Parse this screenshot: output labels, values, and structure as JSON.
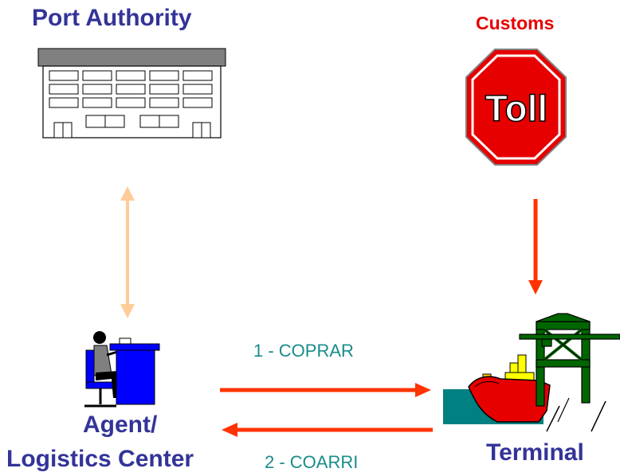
{
  "nodes": {
    "port_authority": {
      "label": "Port Authority",
      "color": "#333399"
    },
    "customs": {
      "label": "Customs",
      "color": "#e60000"
    },
    "toll_sign": {
      "text": "Toll",
      "fill": "#e60000"
    },
    "agent_line1": {
      "label": "Agent/",
      "color": "#333399"
    },
    "agent_line2": {
      "label": "Logistics Center",
      "color": "#333399"
    },
    "terminal": {
      "label": "Terminal",
      "color": "#333399"
    }
  },
  "messages": {
    "coprar": {
      "label": "1 - COPRAR",
      "color": "#1a8c8c"
    },
    "coarri": {
      "label": "2 - COARRI",
      "color": "#1a8c8c"
    }
  },
  "colors": {
    "arrow_red": "#ff3300",
    "arrow_peach": "#ffcc99",
    "water": "#008080",
    "crane": "#006600",
    "ship_hull": "#e60000",
    "ship_funnel": "#ffff00",
    "desk": "#0000ff"
  }
}
